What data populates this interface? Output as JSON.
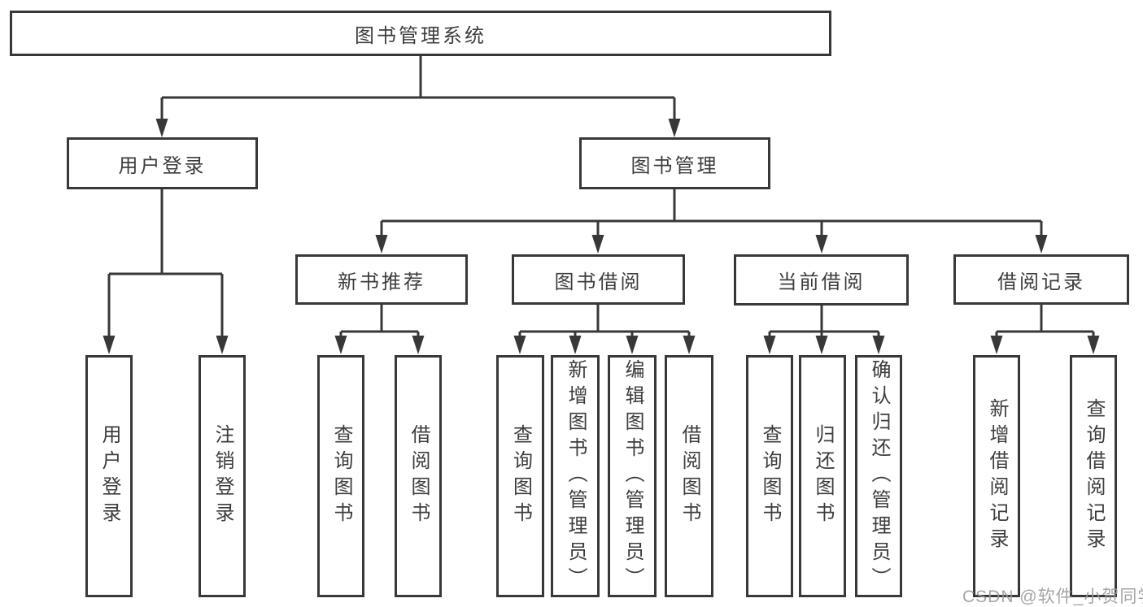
{
  "diagram": {
    "root": {
      "label": "图书管理系统"
    },
    "branches": [
      {
        "label": "用户登录",
        "children": [
          {
            "label": "用户登录"
          },
          {
            "label": "注销登录"
          }
        ]
      },
      {
        "label": "图书管理",
        "sections": [
          {
            "label": "新书推荐",
            "children": [
              {
                "label": "查询图书"
              },
              {
                "label": "借阅图书"
              }
            ]
          },
          {
            "label": "图书借阅",
            "children": [
              {
                "label": "查询图书"
              },
              {
                "label": "新增图书（管理员）"
              },
              {
                "label": "编辑图书（管理员）"
              },
              {
                "label": "借阅图书"
              }
            ]
          },
          {
            "label": "当前借阅",
            "children": [
              {
                "label": "查询图书"
              },
              {
                "label": "归还图书"
              },
              {
                "label": "确认归还（管理员）"
              }
            ]
          },
          {
            "label": "借阅记录",
            "children": [
              {
                "label": "新增借阅记录"
              },
              {
                "label": "查询借阅记录"
              }
            ]
          }
        ]
      }
    ]
  },
  "watermark": {
    "text": "CSDN @软件_小贺同学"
  },
  "colors": {
    "line": "#383838",
    "box_border": "#383838",
    "box_fill": "#ffffff",
    "text": "#3d3d3d",
    "watermark": "#9b9b9b",
    "background": "#ffffff"
  }
}
